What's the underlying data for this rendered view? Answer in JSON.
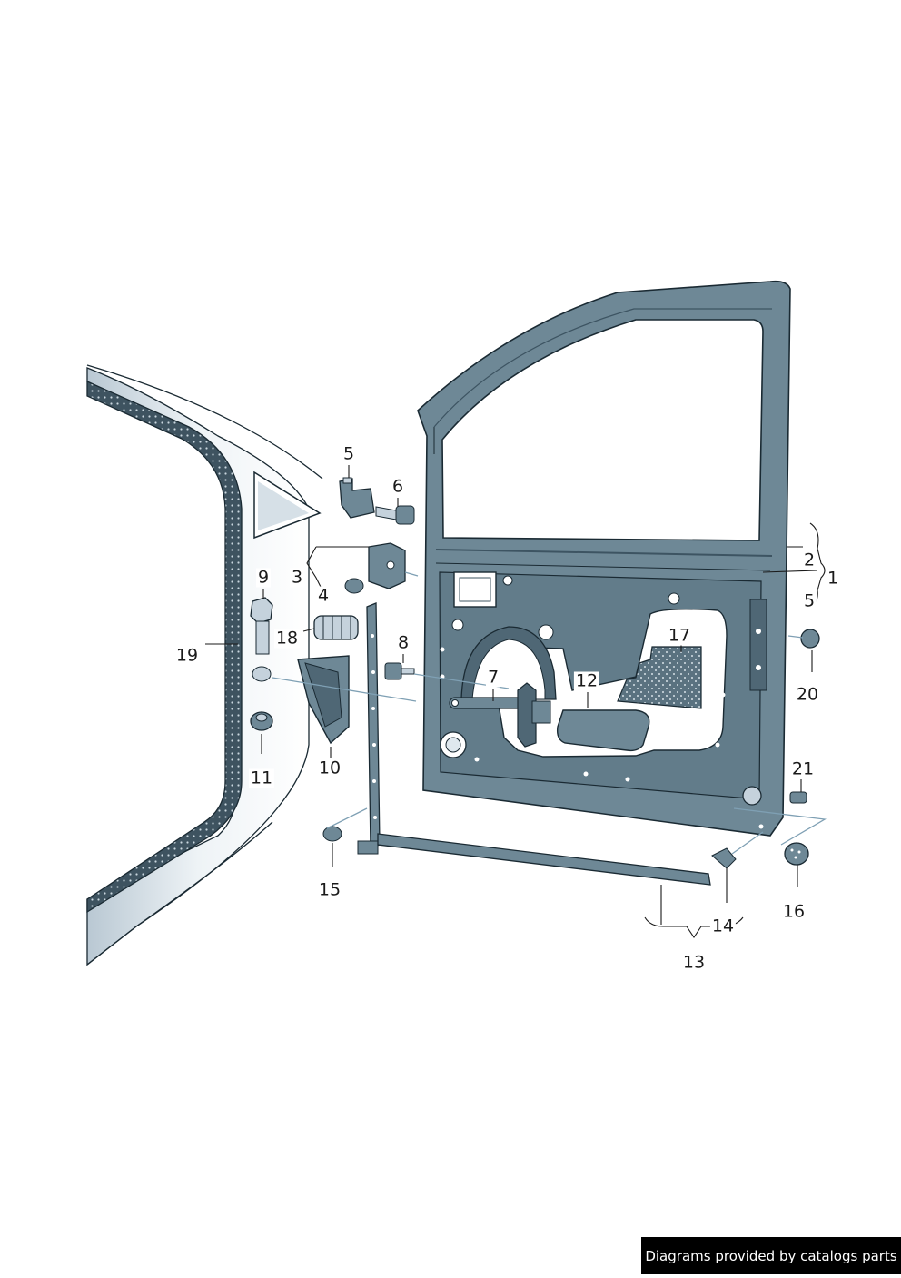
{
  "colors": {
    "door_fill": "#6e8896",
    "door_dark": "#3d5462",
    "outline": "#1a2a33",
    "body_shade": "#c5d2dc",
    "seal_fill": "#3e5360",
    "hole_fill": "#ffffff",
    "leader": "#1a1a1a",
    "dash_line": "#7fa0b4"
  },
  "callouts": {
    "c1": "1",
    "c2": "2",
    "c3": "3",
    "c4": "4",
    "c5a": "5",
    "c5b": "5",
    "c6": "6",
    "c7": "7",
    "c8": "8",
    "c9": "9",
    "c10": "10",
    "c11": "11",
    "c12": "12",
    "c13": "13",
    "c14": "14",
    "c15": "15",
    "c16": "16",
    "c17": "17",
    "c18": "18",
    "c19": "19",
    "c20": "20",
    "c21": "21"
  },
  "footer": {
    "credit": "Diagrams provided by catalogs parts"
  }
}
